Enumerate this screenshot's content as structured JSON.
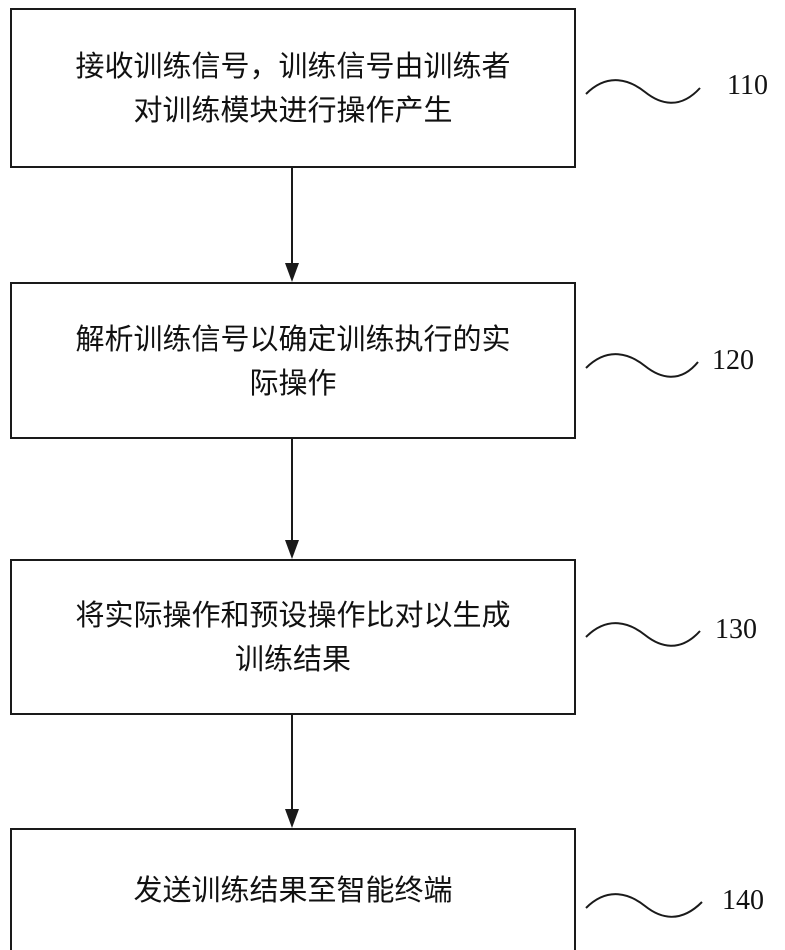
{
  "steps": [
    {
      "number": "110",
      "lines": [
        "接收训练信号，训练信号由训练者",
        "对训练模块进行操作产生"
      ]
    },
    {
      "number": "120",
      "lines": [
        "解析训练信号以确定训练执行的实",
        "际操作"
      ]
    },
    {
      "number": "130",
      "lines": [
        "将实际操作和预设操作比对以生成",
        "训练结果"
      ]
    },
    {
      "number": "140",
      "lines": [
        "发送训练结果至智能终端"
      ]
    }
  ],
  "colors": {
    "line": "#1a1a1a",
    "background": "#ffffff"
  }
}
